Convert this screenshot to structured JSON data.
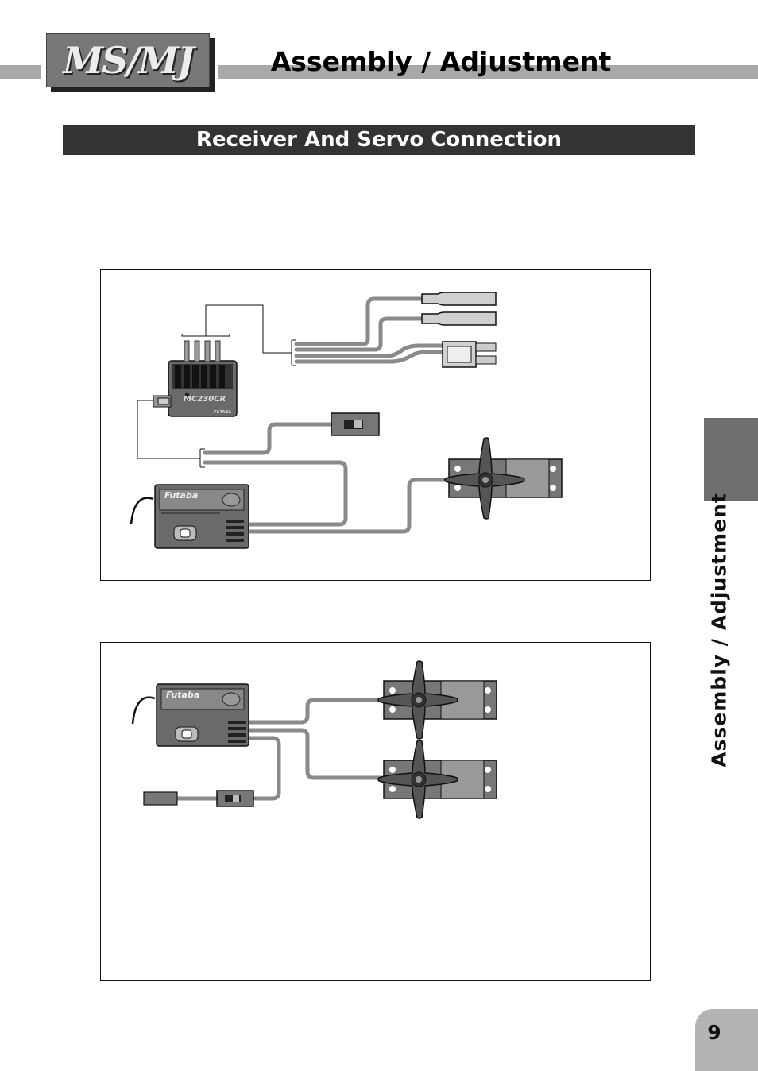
{
  "header": {
    "logo_text": "MS/MJ",
    "title": "Assembly / Adjustment"
  },
  "section": {
    "title": "Receiver And Servo Connection"
  },
  "diagram1": {
    "speed_controller_label": "MC230CR",
    "speed_controller_brand": "FUTABA",
    "receiver_brand": "Futaba"
  },
  "diagram2": {
    "receiver_brand": "Futaba"
  },
  "sidebar": {
    "label": "Assembly / Adjustment"
  },
  "footer": {
    "page_number": "9"
  },
  "colors": {
    "header_bar": "#a8a8a8",
    "section_bar": "#333333",
    "side_tab": "#6f6f6f",
    "page_tab": "#b4b4b4",
    "wire": "#8a8a8a"
  }
}
